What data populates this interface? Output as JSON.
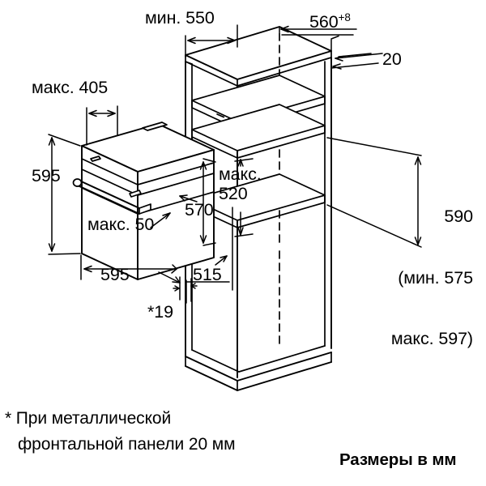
{
  "diagram": {
    "title": "Built-in oven installation dimensions",
    "units_note": "Размеры в мм",
    "footnote_line1": "* При металлической",
    "footnote_line2": "фронтальной панели 20 мм",
    "stroke_color": "#000000",
    "fill_color": "#ffffff"
  },
  "dimensions": {
    "niche_depth_min": "мин. 550",
    "niche_width": "560",
    "niche_width_tolerance": "+8",
    "panel_thickness": "20",
    "oven_front_overhang_max": "макс. 405",
    "oven_height": "595",
    "oven_gap_max": "макс. 50",
    "oven_width": "595",
    "oven_depth": "515",
    "oven_body_depth": "570",
    "niche_inner_depth_max_line1": "макс.",
    "niche_inner_depth_max_line2": "520",
    "metal_panel_offset": "*19",
    "niche_height": "590",
    "niche_height_min": "(мин. 575",
    "niche_height_max": "макс. 597)"
  },
  "chart_data": {
    "type": "table",
    "title": "Built-in oven niche dimensions (mm)",
    "categories": [
      "мин. 550",
      "560+8",
      "20",
      "макс. 405",
      "595",
      "макс. 50",
      "595",
      "515",
      "570",
      "макс. 520",
      "*19",
      "590",
      "мин. 575",
      "макс. 597"
    ],
    "values": [
      550,
      560,
      20,
      405,
      595,
      50,
      595,
      515,
      570,
      520,
      19,
      590,
      575,
      597
    ]
  }
}
